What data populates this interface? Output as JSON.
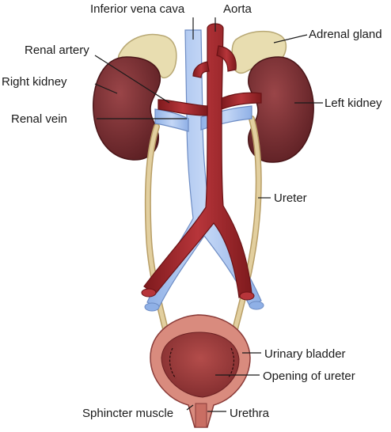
{
  "labels": {
    "inferior_vena_cava": "Inferior vena cava",
    "aorta": "Aorta",
    "adrenal_gland": "Adrenal gland",
    "renal_artery": "Renal artery",
    "right_kidney": "Right kidney",
    "left_kidney": "Left kidney",
    "renal_vein": "Renal vein",
    "ureter": "Ureter",
    "urinary_bladder": "Urinary bladder",
    "opening_of_ureter": "Opening of ureter",
    "sphincter_muscle": "Sphincter muscle",
    "urethra": "Urethra"
  },
  "colors": {
    "kidney": "#7a2e32",
    "adrenal": "#e8ddb0",
    "artery": "#a3262a",
    "vein": "#a9c3ee",
    "ureter": "#e2cf9f",
    "bladder": "#d98b7e"
  }
}
